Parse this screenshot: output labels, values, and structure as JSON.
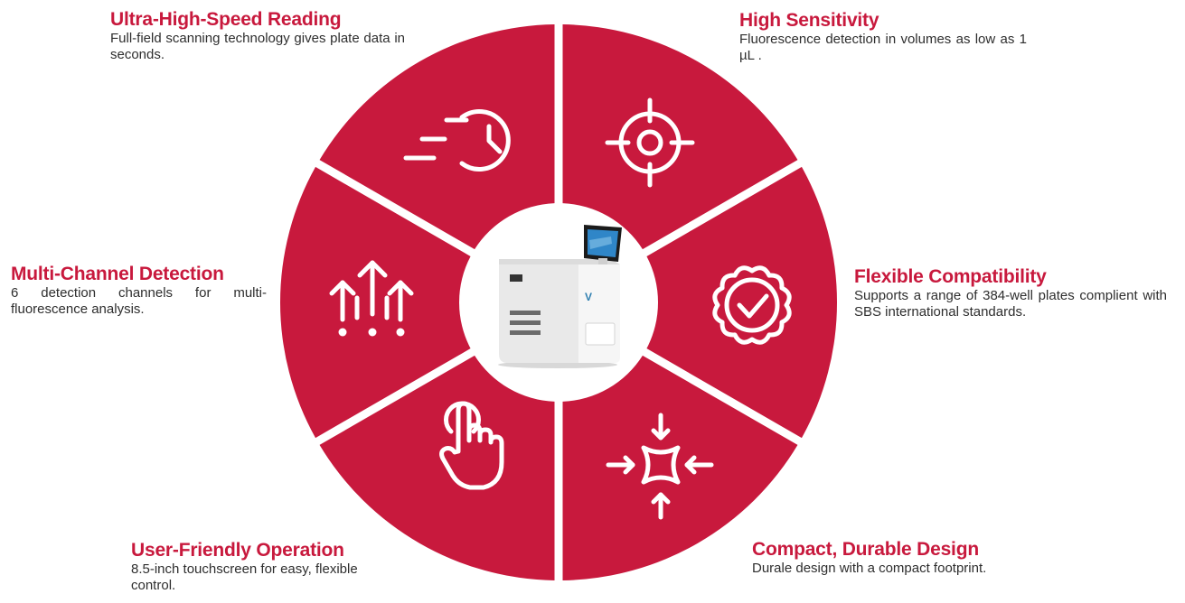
{
  "colors": {
    "accent": "#c8193d",
    "background": "#ffffff",
    "text": "#2e2e2e"
  },
  "features": [
    {
      "id": "speed",
      "icon": "stopwatch-speed-icon",
      "title": "Ultra-High-Speed Reading",
      "description": "Full-field scanning technology gives plate data in seconds."
    },
    {
      "id": "sensitivity",
      "icon": "target-crosshair-icon",
      "title": "High Sensitivity",
      "description": "Fluorescence detection in volumes as low as 1 µL ."
    },
    {
      "id": "compatibility",
      "icon": "badge-check-icon",
      "title": "Flexible Compatibility",
      "description": "Supports a range of 384-well plates complient with SBS international standards."
    },
    {
      "id": "design",
      "icon": "compress-arrows-icon",
      "title": "Compact, Durable Design",
      "description": "Durale design with a compact footprint."
    },
    {
      "id": "operation",
      "icon": "touch-finger-icon",
      "title": "User-Friendly Operation",
      "description": "8.5-inch touchscreen for easy, flexible control."
    },
    {
      "id": "channels",
      "icon": "multi-arrow-up-icon",
      "title": "Multi-Channel Detection",
      "description": "6 detection channels  for multi-fluorescence analysis."
    }
  ],
  "center": {
    "image": "instrument-photo"
  }
}
